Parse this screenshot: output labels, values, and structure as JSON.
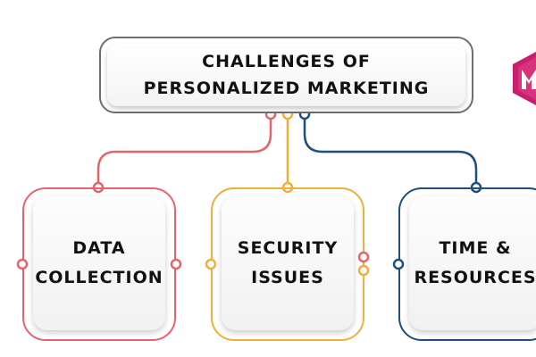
{
  "title": {
    "line1": "CHALLENGES OF",
    "line2": "PERSONALIZED MARKETING"
  },
  "cards": [
    {
      "line1": "DATA",
      "line2": "COLLECTION"
    },
    {
      "line1": "SECURITY",
      "line2": "ISSUES"
    },
    {
      "line1": "TIME &",
      "line2": "RESOURCES"
    }
  ],
  "colors": {
    "red": "#e5636b",
    "yellow": "#f0ae3c",
    "blue": "#1e4f80",
    "title_border": "#6e6e6e",
    "logo": "#c8206e"
  },
  "logo": {
    "icon": "brand-logo-icon"
  }
}
